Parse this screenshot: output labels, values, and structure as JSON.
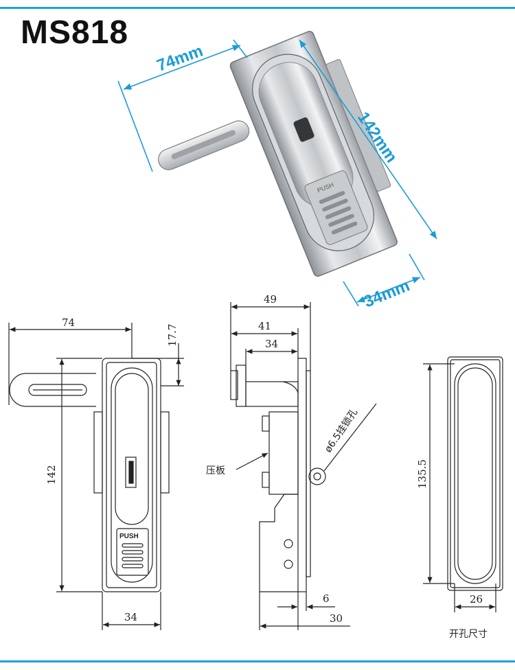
{
  "title": "MS818",
  "colors": {
    "accent_rule": "#1ea0dc",
    "dimension_blue": "#1a9bd7",
    "drawing_line": "#222222"
  },
  "photo_dimensions": {
    "width": "74mm",
    "length": "142mm",
    "depth": "34mm"
  },
  "front_view": {
    "width_top": "74",
    "offset": "17.7",
    "height": "142",
    "width_bottom": "34",
    "push_label": "PUSH"
  },
  "side_view": {
    "dim_49": "49",
    "dim_41": "41",
    "dim_34": "34",
    "dim_6": "6",
    "dim_30": "30",
    "padlock_note": "ø6.5挂锁孔",
    "pressure_plate": "压板"
  },
  "cutout_view": {
    "height": "135.5",
    "width": "26",
    "caption": "开孔尺寸"
  }
}
